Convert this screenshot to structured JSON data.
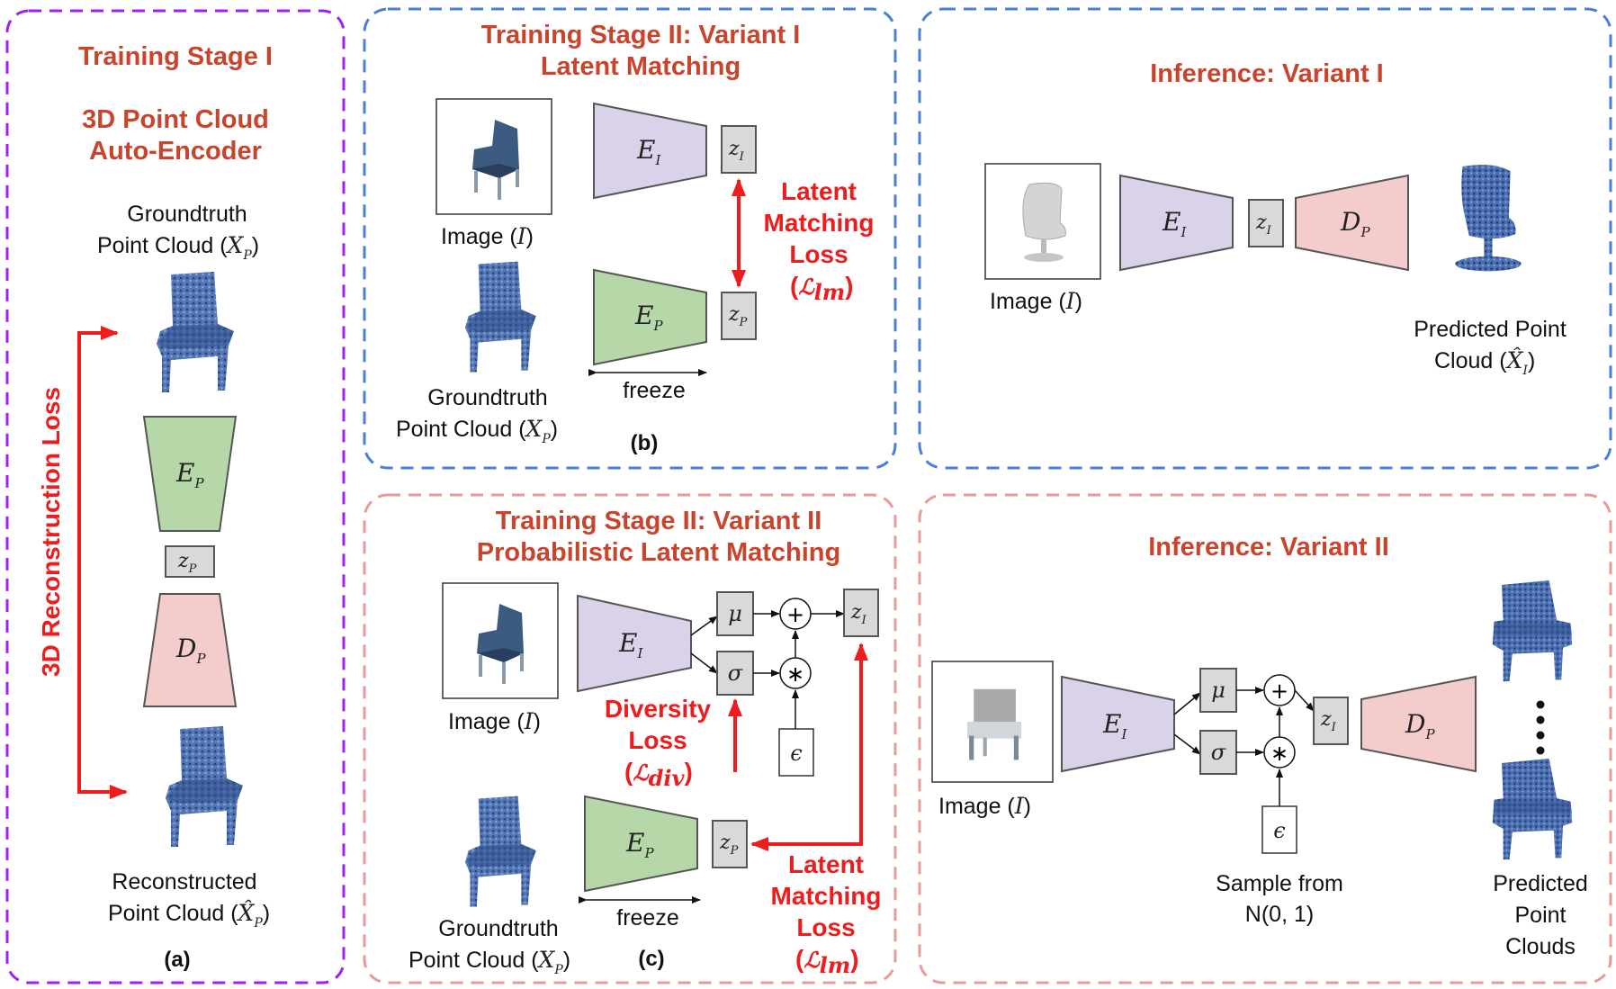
{
  "colors": {
    "purple_border": "#a020f0",
    "blue_border": "#4a7fd6",
    "pink_border": "#e79b97",
    "encoder_image": "#d9d2e9",
    "encoder_point": "#b6d7a8",
    "decoder": "#f4cccc",
    "latent_box": "#d9d9d9",
    "title_red": "#c8442c",
    "loss_red": "#ee1c1c",
    "chair_blue": "#2f4f8a"
  },
  "panel_a": {
    "title1": "Training Stage I",
    "title2": "3D Point Cloud",
    "title3": "Auto-Encoder",
    "gt_line1": "Groundtruth",
    "gt_line2": "Point Cloud (",
    "gt_math": "X",
    "gt_sub": "P",
    "gt_close": ")",
    "enc": "E",
    "enc_sub": "P",
    "latent": "z",
    "latent_sub": "P",
    "dec": "D",
    "dec_sub": "P",
    "loss": "3D Reconstruction Loss",
    "rec_line1": "Reconstructed",
    "rec_line2": "Point Cloud (",
    "rec_math": "X̂",
    "rec_sub": "P",
    "rec_close": ")",
    "caption": "(a)",
    "icons": [
      "chair-point-cloud-icon",
      "chair-point-cloud-icon"
    ]
  },
  "panel_b": {
    "title1": "Training Stage II: Variant I",
    "title2": "Latent Matching",
    "image_label": "Image (",
    "image_math": "I",
    "image_close": ")",
    "enc_i": "E",
    "enc_i_sub": "I",
    "z_i": "z",
    "z_i_sub": "I",
    "enc_p": "E",
    "enc_p_sub": "P",
    "z_p": "z",
    "z_p_sub": "P",
    "freeze": "freeze",
    "loss1": "Latent",
    "loss2": "Matching",
    "loss3": "Loss",
    "loss_math_open": "(",
    "loss_math": "ℒ",
    "loss_math_sub": "lm",
    "loss_math_close": ")",
    "gt_line1": "Groundtruth",
    "gt_line2": "Point Cloud (",
    "gt_math": "X",
    "gt_sub": "P",
    "gt_close": ")",
    "caption": "(b)",
    "icons": [
      "chair-image-icon",
      "chair-point-cloud-icon"
    ]
  },
  "panel_c": {
    "title1": "Training Stage II: Variant II",
    "title2": "Probabilistic Latent Matching",
    "image_label": "Image (",
    "image_math": "I",
    "image_close": ")",
    "enc_i": "E",
    "enc_i_sub": "I",
    "mu": "μ",
    "sigma": "σ",
    "plus": "+",
    "times": "∗",
    "eps": "ϵ",
    "z_i": "z",
    "z_i_sub": "I",
    "div1": "Diversity",
    "div2": "Loss",
    "div_open": "(",
    "div_math": "ℒ",
    "div_sub": "div",
    "div_close": ")",
    "enc_p": "E",
    "enc_p_sub": "P",
    "z_p": "z",
    "z_p_sub": "P",
    "freeze": "freeze",
    "loss1": "Latent",
    "loss2": "Matching",
    "loss3": "Loss",
    "loss_open": "(",
    "loss_math": "ℒ",
    "loss_sub": "lm",
    "loss_close": ")",
    "gt_line1": "Groundtruth",
    "gt_line2": "Point Cloud (",
    "gt_math": "X",
    "gt_sub": "P",
    "gt_close": ")",
    "caption": "(c)",
    "icons": [
      "chair-image-icon",
      "chair-point-cloud-icon"
    ]
  },
  "panel_d": {
    "title": "Inference: Variant I",
    "image_label": "Image (",
    "image_math": "I",
    "image_close": ")",
    "enc": "E",
    "enc_sub": "I",
    "z": "z",
    "z_sub": "I",
    "dec": "D",
    "dec_sub": "P",
    "pred1": "Predicted Point",
    "pred2": "Cloud (",
    "pred_math": "X̂",
    "pred_sub": "I",
    "pred_close": ")",
    "icons": [
      "chair-image-icon",
      "chair-point-cloud-icon"
    ]
  },
  "panel_e": {
    "title": "Inference: Variant II",
    "image_label": "Image (",
    "image_math": "I",
    "image_close": ")",
    "enc": "E",
    "enc_sub": "I",
    "mu": "μ",
    "sigma": "σ",
    "plus": "+",
    "times": "∗",
    "eps": "ϵ",
    "z": "z",
    "z_sub": "I",
    "dec": "D",
    "dec_sub": "P",
    "sample1": "Sample from",
    "sample2": "N(0, 1)",
    "pred1": "Predicted",
    "pred2": "Point",
    "pred3": "Clouds",
    "icons": [
      "chair-image-icon",
      "chair-point-cloud-icon",
      "chair-point-cloud-icon"
    ]
  }
}
